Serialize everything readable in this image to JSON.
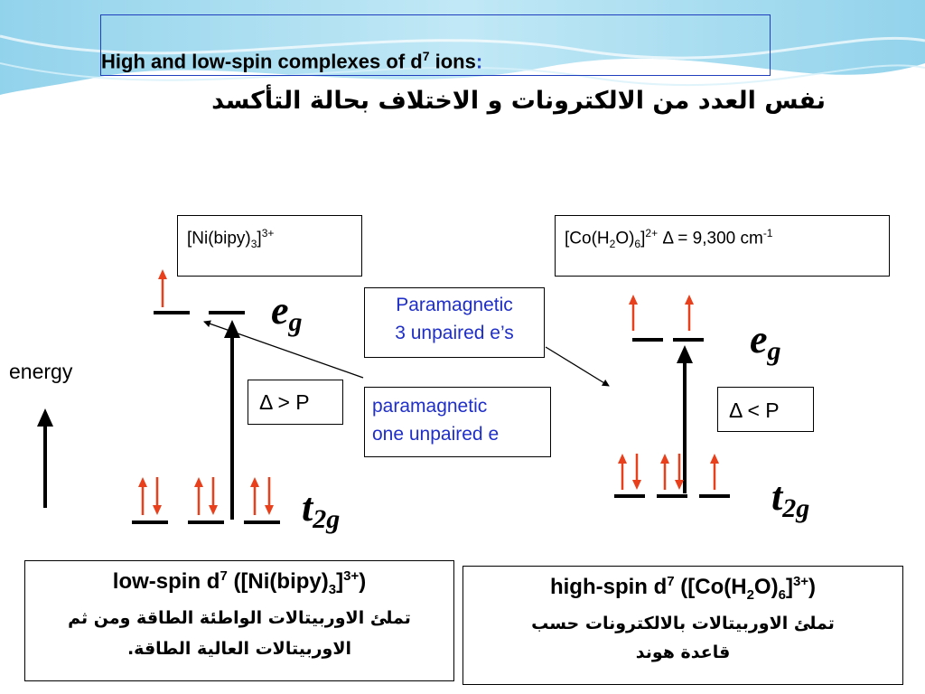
{
  "slide": {
    "title_main": "High and low-spin complexes of d",
    "title_sup": "7",
    "title_rest": " ions",
    "title_colon": ":",
    "subtitle_ar": "نفس العدد من الالكترونات و الاختلاف بحالة التأكسد"
  },
  "left_complex": {
    "formula_a": "[Ni(bipy)",
    "formula_sub": "3",
    "formula_b": "]",
    "formula_sup": "3+"
  },
  "right_complex": {
    "formula_a": "[Co(H",
    "sub1": "2",
    "formula_b": "O)",
    "sub2": "6",
    "formula_c": "]",
    "sup": "2+",
    "delta_text": " Δ = 9,300 cm",
    "delta_sup": "-1"
  },
  "orbital_labels": {
    "eg_main": "e",
    "eg_sub": "g",
    "t2g_main": "t",
    "t2g_sub": "2g"
  },
  "energy_label": "energy",
  "delta_left": "Δ > P",
  "delta_right": "Δ < P",
  "note_high_spin": {
    "line1": "Paramagnetic",
    "line2": "3 unpaired e’s"
  },
  "note_low_spin": {
    "line1": "paramagnetic",
    "line2": "one unpaired e"
  },
  "caption_left": {
    "title_a": "low-spin d",
    "title_sup": "7",
    "title_b": " ([Ni(bipy)",
    "title_sub": "3",
    "title_c": "]",
    "title_sup2": "3+",
    "title_d": ")",
    "line1_ar": "تملئ الاوربيتالات الواطئة الطاقة ومن ثم",
    "line2_ar": "الاوربيتالات العالية الطاقة."
  },
  "caption_right": {
    "title_a": "high-spin d",
    "title_sup": "7",
    "title_b": " ([Co(H",
    "title_sub1": "2",
    "title_c": "O)",
    "title_sub2": "6",
    "title_d": "]",
    "title_sup2": "3+",
    "title_e": ")",
    "line1_ar": "تملئ الاوربيتالات بالالكترونات حسب",
    "line2_ar": "قاعدة هوند"
  },
  "colors": {
    "electron_arrow": "#e8401c",
    "transition_arrow": "#000000",
    "accent_blue": "#1f2fc8",
    "title_border": "#1f3fbf"
  },
  "electrons": {
    "low_spin": {
      "t2g": [
        2,
        2,
        2
      ],
      "eg": [
        1,
        0
      ]
    },
    "high_spin": {
      "t2g": [
        2,
        2,
        1
      ],
      "eg": [
        1,
        1
      ]
    }
  }
}
